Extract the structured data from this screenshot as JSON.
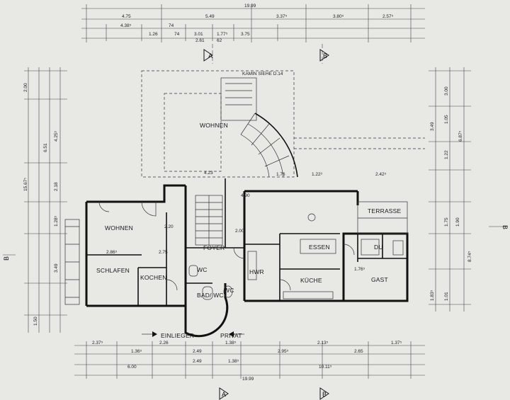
{
  "rooms": {
    "wohnen_left": "WOHNEN",
    "schlafen": "SCHLAFEN",
    "kochen": "KOCHEN",
    "foyer": "FOYER",
    "hwr": "HWR",
    "kueche": "KÜCHE",
    "essen": "ESSEN",
    "terrasse": "TERRASSE",
    "du": "DU",
    "gast": "GAST",
    "bad_wc": "BAD/\nWC",
    "wc": "WC",
    "wohnen_upper": "WOHNEN",
    "einlieger": "EINLIEGER",
    "privat": "PRIVAT",
    "wc_small": "WC"
  },
  "notes": {
    "kamin": "KAMIN SIEHE D.14"
  },
  "section_marks": {
    "a_top": "A",
    "b_top": "B",
    "a_bottom": "A",
    "b_bottom": "B",
    "left": "B",
    "right": "B"
  },
  "dims_top_row1": [
    "4.75",
    "5.49",
    "3.37⁵",
    "3.80⁵",
    "2.57⁵"
  ],
  "dims_top_total": "19.99",
  "dims_top_row2": [
    "4.38⁵",
    "74",
    "1.26",
    "74",
    "3.01",
    "1.77⁵",
    "3.75",
    "2.61",
    "62"
  ],
  "dims_bottom_row1": [
    "2.37⁵",
    "1.36⁵",
    "2.26",
    "2.49",
    "1.38⁵",
    "2.95⁵",
    "2.13⁵",
    "2.65",
    "1.37⁵"
  ],
  "dims_bottom_row2": [
    "6.00",
    "2.49",
    "1.38⁵",
    "10.11⁵"
  ],
  "dims_bottom_total": "19.99",
  "dims_left": [
    "2.00",
    "6.51",
    "4.25⁵",
    "2.18",
    "1.28⁵",
    "3.49",
    "1.50",
    "15.67⁵"
  ],
  "dims_right": [
    "3.00",
    "3.49",
    "1.05",
    "1.22",
    "6.87⁵",
    "1.75",
    "1.90",
    "8.74⁵",
    "1.01",
    "1.83⁵"
  ],
  "inner_dims": [
    "2.86⁵",
    "2.75",
    "2.00",
    "1.76",
    "1.22³",
    "2.42⁵",
    "2.20",
    "1.76⁵",
    "4.90",
    "4.23"
  ]
}
